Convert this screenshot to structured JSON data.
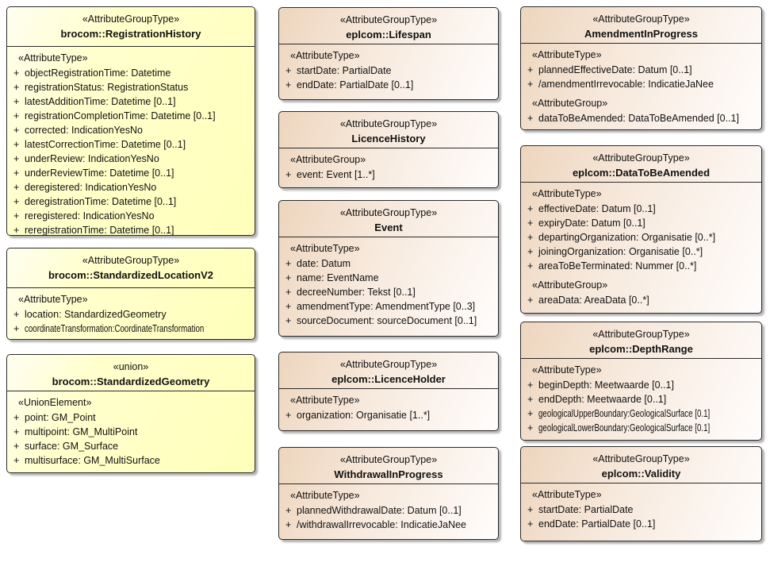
{
  "diagram": {
    "type": "uml-class-diagram",
    "colors": {
      "yellow_fill": "#ffffba",
      "peach_fill": "#edd5bd",
      "border": "#2a2a2a",
      "shadow": "#b4b4b4",
      "background": "#ffffff",
      "text": "#111111"
    },
    "boxes": [
      {
        "id": "registration-history",
        "theme": "yellow",
        "stereotype": "«AttributeGroupType»",
        "name": "brocom::RegistrationHistory",
        "sections": [
          {
            "label": "«AttributeType»",
            "rows": [
              {
                "vis": "+",
                "text": "objectRegistrationTime: Datetime"
              },
              {
                "vis": "+",
                "text": "registrationStatus: RegistrationStatus"
              },
              {
                "vis": "+",
                "text": "latestAdditionTime: Datetime [0..1]"
              },
              {
                "vis": "+",
                "text": "registrationCompletionTime: Datetime [0..1]"
              },
              {
                "vis": "+",
                "text": "corrected: IndicationYesNo"
              },
              {
                "vis": "+",
                "text": "latestCorrectionTime: Datetime [0..1]"
              },
              {
                "vis": "+",
                "text": "underReview: IndicationYesNo"
              },
              {
                "vis": "+",
                "text": "underReviewTime: Datetime [0..1]"
              },
              {
                "vis": "+",
                "text": "deregistered: IndicationYesNo"
              },
              {
                "vis": "+",
                "text": "deregistrationTime: Datetime [0..1]"
              },
              {
                "vis": "+",
                "text": "reregistered: IndicationYesNo"
              },
              {
                "vis": "+",
                "text": "reregistrationTime: Datetime [0..1]"
              }
            ]
          }
        ]
      },
      {
        "id": "standardized-location-v2",
        "theme": "yellow",
        "stereotype": "«AttributeGroupType»",
        "name": "brocom::StandardizedLocationV2",
        "sections": [
          {
            "label": "«AttributeType»",
            "rows": [
              {
                "vis": "+",
                "text": "location: StandardizedGeometry"
              },
              {
                "vis": "+",
                "text": "coordinateTransformation:CoordinateTransformation",
                "condensed": true
              }
            ]
          }
        ]
      },
      {
        "id": "standardized-geometry",
        "theme": "yellow",
        "stereotype": "«union»",
        "name": "brocom::StandardizedGeometry",
        "sections": [
          {
            "label": "«UnionElement»",
            "rows": [
              {
                "vis": "+",
                "text": "point: GM_Point"
              },
              {
                "vis": "+",
                "text": "multipoint: GM_MultiPoint"
              },
              {
                "vis": "+",
                "text": "surface: GM_Surface"
              },
              {
                "vis": "+",
                "text": "multisurface: GM_MultiSurface"
              }
            ]
          }
        ]
      },
      {
        "id": "lifespan",
        "theme": "peach",
        "stereotype": "«AttributeGroupType»",
        "name": "eplcom::Lifespan",
        "sections": [
          {
            "label": "«AttributeType»",
            "rows": [
              {
                "vis": "+",
                "text": "startDate: PartialDate"
              },
              {
                "vis": "+",
                "text": "endDate: PartialDate [0..1]"
              }
            ]
          }
        ]
      },
      {
        "id": "licence-history",
        "theme": "peach",
        "stereotype": "«AttributeGroupType»",
        "name": "LicenceHistory",
        "sections": [
          {
            "label": "«AttributeGroup»",
            "rows": [
              {
                "vis": "+",
                "text": "event: Event [1..*]"
              }
            ]
          }
        ]
      },
      {
        "id": "event",
        "theme": "peach",
        "stereotype": "«AttributeGroupType»",
        "name": "Event",
        "sections": [
          {
            "label": "«AttributeType»",
            "rows": [
              {
                "vis": "+",
                "text": "date: Datum"
              },
              {
                "vis": "+",
                "text": "name: EventName"
              },
              {
                "vis": "+",
                "text": "decreeNumber: Tekst [0..1]"
              },
              {
                "vis": "+",
                "text": "amendmentType: AmendmentType [0..3]"
              },
              {
                "vis": "+",
                "text": "sourceDocument: sourceDocument [0..1]"
              }
            ]
          }
        ]
      },
      {
        "id": "licence-holder",
        "theme": "peach",
        "stereotype": "«AttributeGroupType»",
        "name": "eplcom::LicenceHolder",
        "sections": [
          {
            "label": "«AttributeType»",
            "rows": [
              {
                "vis": "+",
                "text": "organization: Organisatie [1..*]"
              }
            ]
          }
        ]
      },
      {
        "id": "withdrawal-in-progress",
        "theme": "peach",
        "stereotype": "«AttributeGroupType»",
        "name": "WithdrawalInProgress",
        "sections": [
          {
            "label": "«AttributeType»",
            "rows": [
              {
                "vis": "+",
                "text": "plannedWithdrawalDate: Datum [0..1]"
              },
              {
                "vis": "+",
                "text": "/withdrawalIrrevocable: IndicatieJaNee"
              }
            ]
          }
        ]
      },
      {
        "id": "amendment-in-progress",
        "theme": "peach",
        "stereotype": "«AttributeGroupType»",
        "name": "AmendmentInProgress",
        "sections": [
          {
            "label": "«AttributeType»",
            "rows": [
              {
                "vis": "+",
                "text": "plannedEffectiveDate: Datum [0..1]"
              },
              {
                "vis": "+",
                "text": "/amendmentIrrevocable: IndicatieJaNee"
              }
            ]
          },
          {
            "label": "«AttributeGroup»",
            "rows": [
              {
                "vis": "+",
                "text": "dataToBeAmended: DataToBeAmended [0..1]"
              }
            ]
          }
        ]
      },
      {
        "id": "data-to-be-amended",
        "theme": "peach",
        "stereotype": "«AttributeGroupType»",
        "name": "eplcom::DataToBeAmended",
        "sections": [
          {
            "label": "«AttributeType»",
            "rows": [
              {
                "vis": "+",
                "text": "effectiveDate: Datum [0..1]"
              },
              {
                "vis": "+",
                "text": "expiryDate: Datum [0..1]"
              },
              {
                "vis": "+",
                "text": "departingOrganization: Organisatie [0..*]"
              },
              {
                "vis": "+",
                "text": "joiningOrganization: Organisatie [0..*]"
              },
              {
                "vis": "+",
                "text": "areaToBeTerminated: Nummer [0..*]"
              }
            ]
          },
          {
            "label": "«AttributeGroup»",
            "rows": [
              {
                "vis": "+",
                "text": "areaData: AreaData [0..*]"
              }
            ]
          }
        ]
      },
      {
        "id": "depth-range",
        "theme": "peach",
        "stereotype": "«AttributeGroupType»",
        "name": "eplcom::DepthRange",
        "sections": [
          {
            "label": "«AttributeType»",
            "rows": [
              {
                "vis": "+",
                "text": "beginDepth: Meetwaarde [0..1]"
              },
              {
                "vis": "+",
                "text": "endDepth: Meetwaarde [0..1]"
              },
              {
                "vis": "+",
                "text": "geologicalUpperBoundary:GeologicalSurface [0.1]",
                "condensed": true
              },
              {
                "vis": "+",
                "text": "geologicalLowerBoundary:GeologicalSurface [0.1]",
                "condensed": true
              }
            ]
          }
        ]
      },
      {
        "id": "validity",
        "theme": "peach",
        "stereotype": "«AttributeGroupType»",
        "name": "eplcom::Validity",
        "sections": [
          {
            "label": "«AttributeType»",
            "rows": [
              {
                "vis": "+",
                "text": "startDate: PartialDate"
              },
              {
                "vis": "+",
                "text": "endDate: PartialDate [0..1]"
              }
            ]
          }
        ]
      }
    ]
  }
}
